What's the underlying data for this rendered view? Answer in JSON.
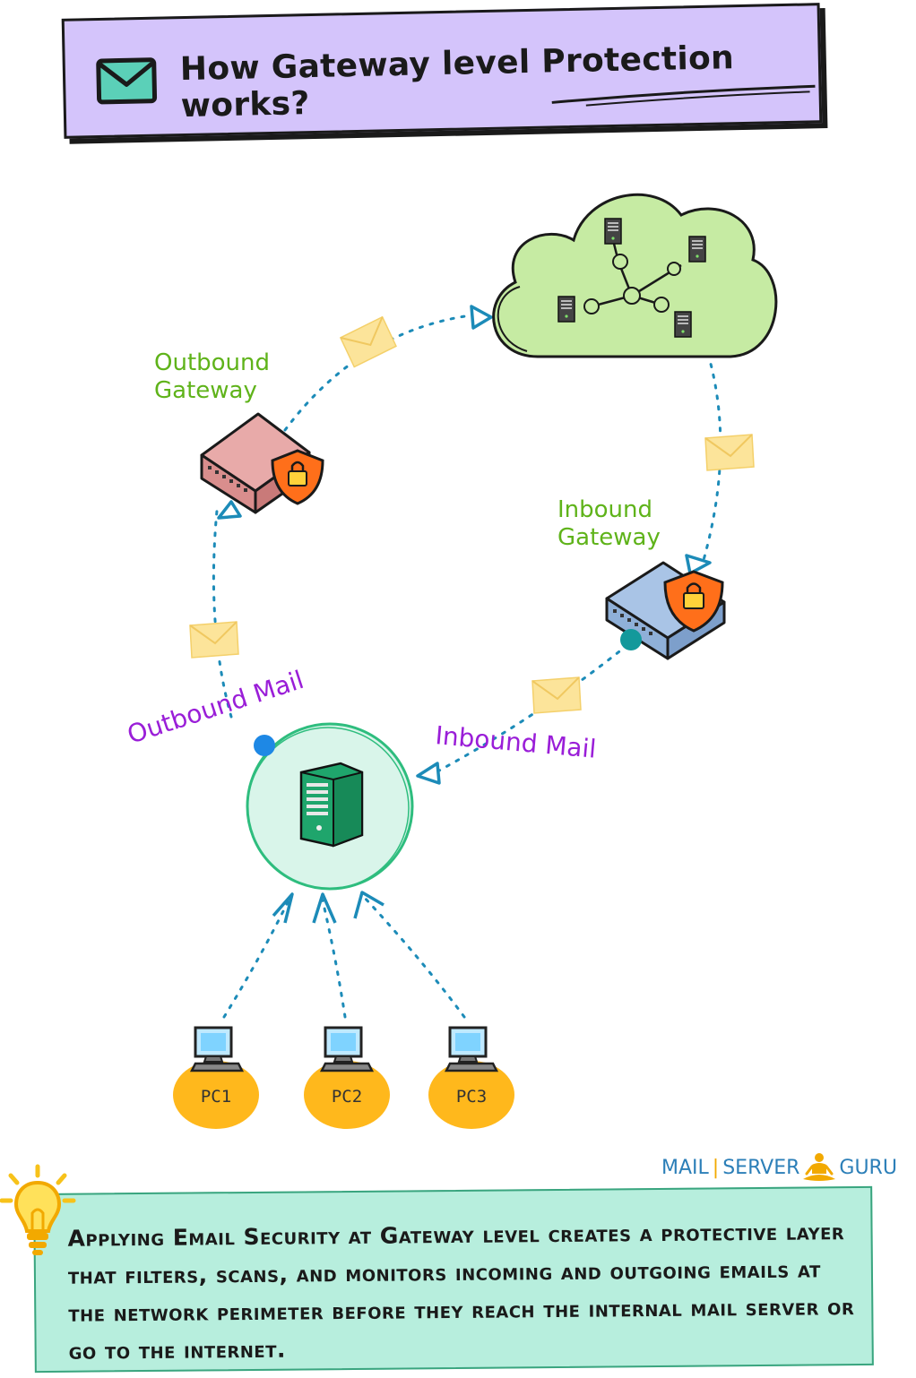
{
  "header": {
    "title": "How Gateway level Protection works?",
    "icon": "envelope-icon"
  },
  "diagram": {
    "outbound_gateway_label": [
      "Outbound",
      "Gateway"
    ],
    "inbound_gateway_label": [
      "Inbound",
      "Gateway"
    ],
    "outbound_mail_label": "Outbound Mail",
    "inbound_mail_label": "Inbound Mail",
    "pcs": [
      "PC1",
      "PC2",
      "PC3"
    ],
    "colors": {
      "cloud": "#c6eba3",
      "outbound_gateway": "#e8aaa9",
      "inbound_gateway": "#a9c4e6",
      "shield": "#ff6f1a",
      "mail_server_circle": "#d9f5ea",
      "server": "#2ebd7e",
      "pc_blob": "#ffb81c",
      "path": "#1c8bb8",
      "envelope": "#fce49a"
    }
  },
  "brand": {
    "part1": "MAIL",
    "part2": "SERVER",
    "part3": "GURU"
  },
  "note": {
    "text": "Applying Email Security at Gateway level creates a protective layer that filters, scans, and monitors incoming and outgoing emails at the network perimeter before they reach the internal mail server or go to the internet.",
    "icon": "lightbulb-icon"
  }
}
